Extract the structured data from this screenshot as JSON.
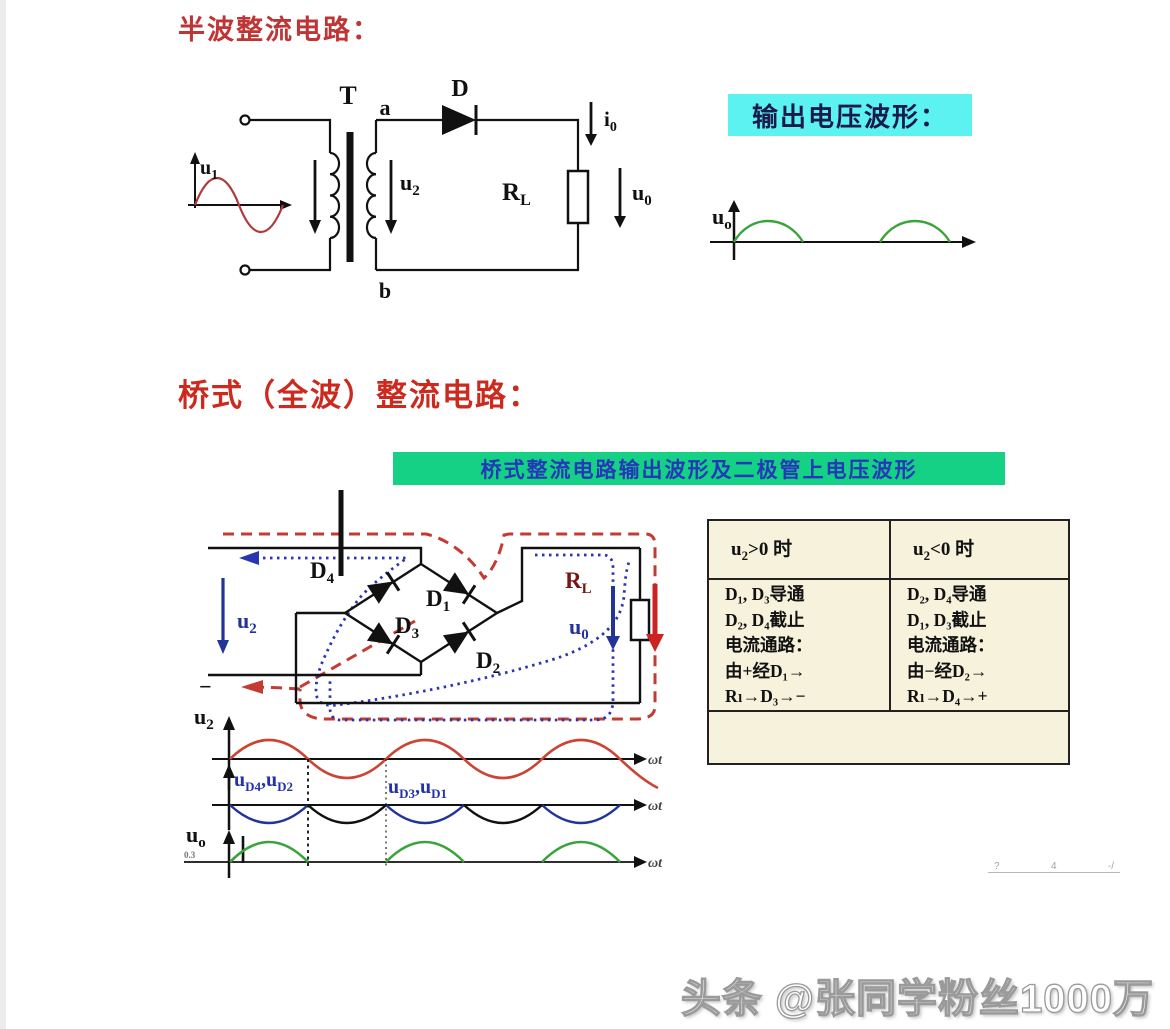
{
  "colors": {
    "title1": "#bf3434",
    "title2": "#cc2a1f",
    "cyan_bg": "#5df2f2",
    "cyan_text": "#1a1a4e",
    "banner_bg": "#15d185",
    "banner_text": "#2438b8",
    "circuit_black": "#111111",
    "u1_sine": "#b03a3a",
    "table_bg": "#f6f2dc",
    "table_border": "#222222",
    "path_red": "#c43b33",
    "path_blue": "#2a35b0",
    "arrow_blue": "#223399",
    "rl_maroon": "#7a1515",
    "wave_u2": "#cc4433",
    "wave_diode_blue": "#223399",
    "wave_diode_black": "#111111",
    "wave_green": "#3aa33a",
    "watermark_fill": "#ffffff"
  },
  "section_half_wave": {
    "title": "半波整流电路：",
    "circuit": {
      "t": "T",
      "a": "a",
      "b": "b",
      "d": "D",
      "u1": {
        "base": "u",
        "sub": "1"
      },
      "u2": {
        "base": "u",
        "sub": "2"
      },
      "i0": {
        "base": "i",
        "sub": "0"
      },
      "rl": {
        "base": "R",
        "sub": "L"
      },
      "u0": {
        "base": "u",
        "sub": "0"
      }
    },
    "output_label": "输出电压波形：",
    "mini_wave": {
      "uo": {
        "base": "u",
        "sub": "o"
      }
    }
  },
  "section_bridge": {
    "title": "桥式（全波）整流电路：",
    "banner": "桥式整流电路输出波形及二极管上电压波形",
    "circuit": {
      "u2": {
        "base": "u",
        "sub": "2"
      },
      "d4": {
        "base": "D",
        "sub": "4"
      },
      "d1": {
        "base": "D",
        "sub": "1"
      },
      "d3": {
        "base": "D",
        "sub": "3"
      },
      "d2": {
        "base": "D",
        "sub": "2"
      },
      "rl": {
        "base": "R",
        "sub": "L"
      },
      "u0": {
        "base": "u",
        "sub": "0"
      },
      "minus": "−"
    },
    "table": {
      "col1": {
        "header_base": "u",
        "header_sub": "2",
        "header_rest": ">0  时",
        "lines": [
          "D₁, D₃导通",
          "D₂, D₄截止",
          "电流通路：",
          "由+经D₁→",
          "Rₗ→D₃→−"
        ]
      },
      "col2": {
        "header_base": "u",
        "header_sub": "2",
        "header_rest": "<0  时",
        "lines": [
          "D₂, D₄导通",
          "D₁, D₃截止",
          "电流通路：",
          "由−经D₂→",
          "Rₗ→D₄→+"
        ]
      }
    },
    "waves": {
      "u2": {
        "base": "u",
        "sub": "2"
      },
      "label_d42": {
        "p1": "u",
        "s1": "D4",
        "p2": ",u",
        "s2": "D2"
      },
      "label_d31": {
        "p1": "u",
        "s1": "D3",
        "p2": ",u",
        "s2": "D1"
      },
      "uo": {
        "base": "u",
        "sub": "o"
      },
      "axis": "ωt",
      "tiny": "0.3"
    }
  },
  "annotation_marks": [
    "?",
    "4",
    "-/"
  ],
  "watermark": "头条 @张同学粉丝1000万"
}
